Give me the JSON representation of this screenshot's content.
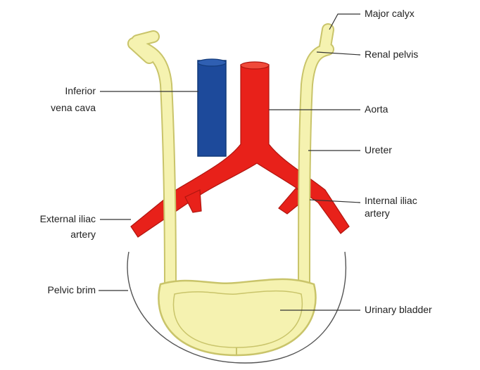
{
  "labels": {
    "major_calyx": "Major calyx",
    "renal_pelvis": "Renal pelvis",
    "aorta": "Aorta",
    "ureter": "Ureter",
    "internal_iliac_line1": "Internal iliac",
    "internal_iliac_line2": "artery",
    "urinary_bladder": "Urinary bladder",
    "ivc_line1": "Inferior",
    "ivc_line2": "vena cava",
    "external_iliac_line1": "External iliac",
    "external_iliac_line2": "artery",
    "pelvic_brim": "Pelvic brim"
  },
  "colors": {
    "ureter_fill": "#f5f2b0",
    "ureter_outline": "#c9c46a",
    "artery": "#e8211a",
    "vein": "#1d4a9b",
    "vein_dark": "#123a7a",
    "leader": "#333333",
    "brim": "#555555"
  }
}
